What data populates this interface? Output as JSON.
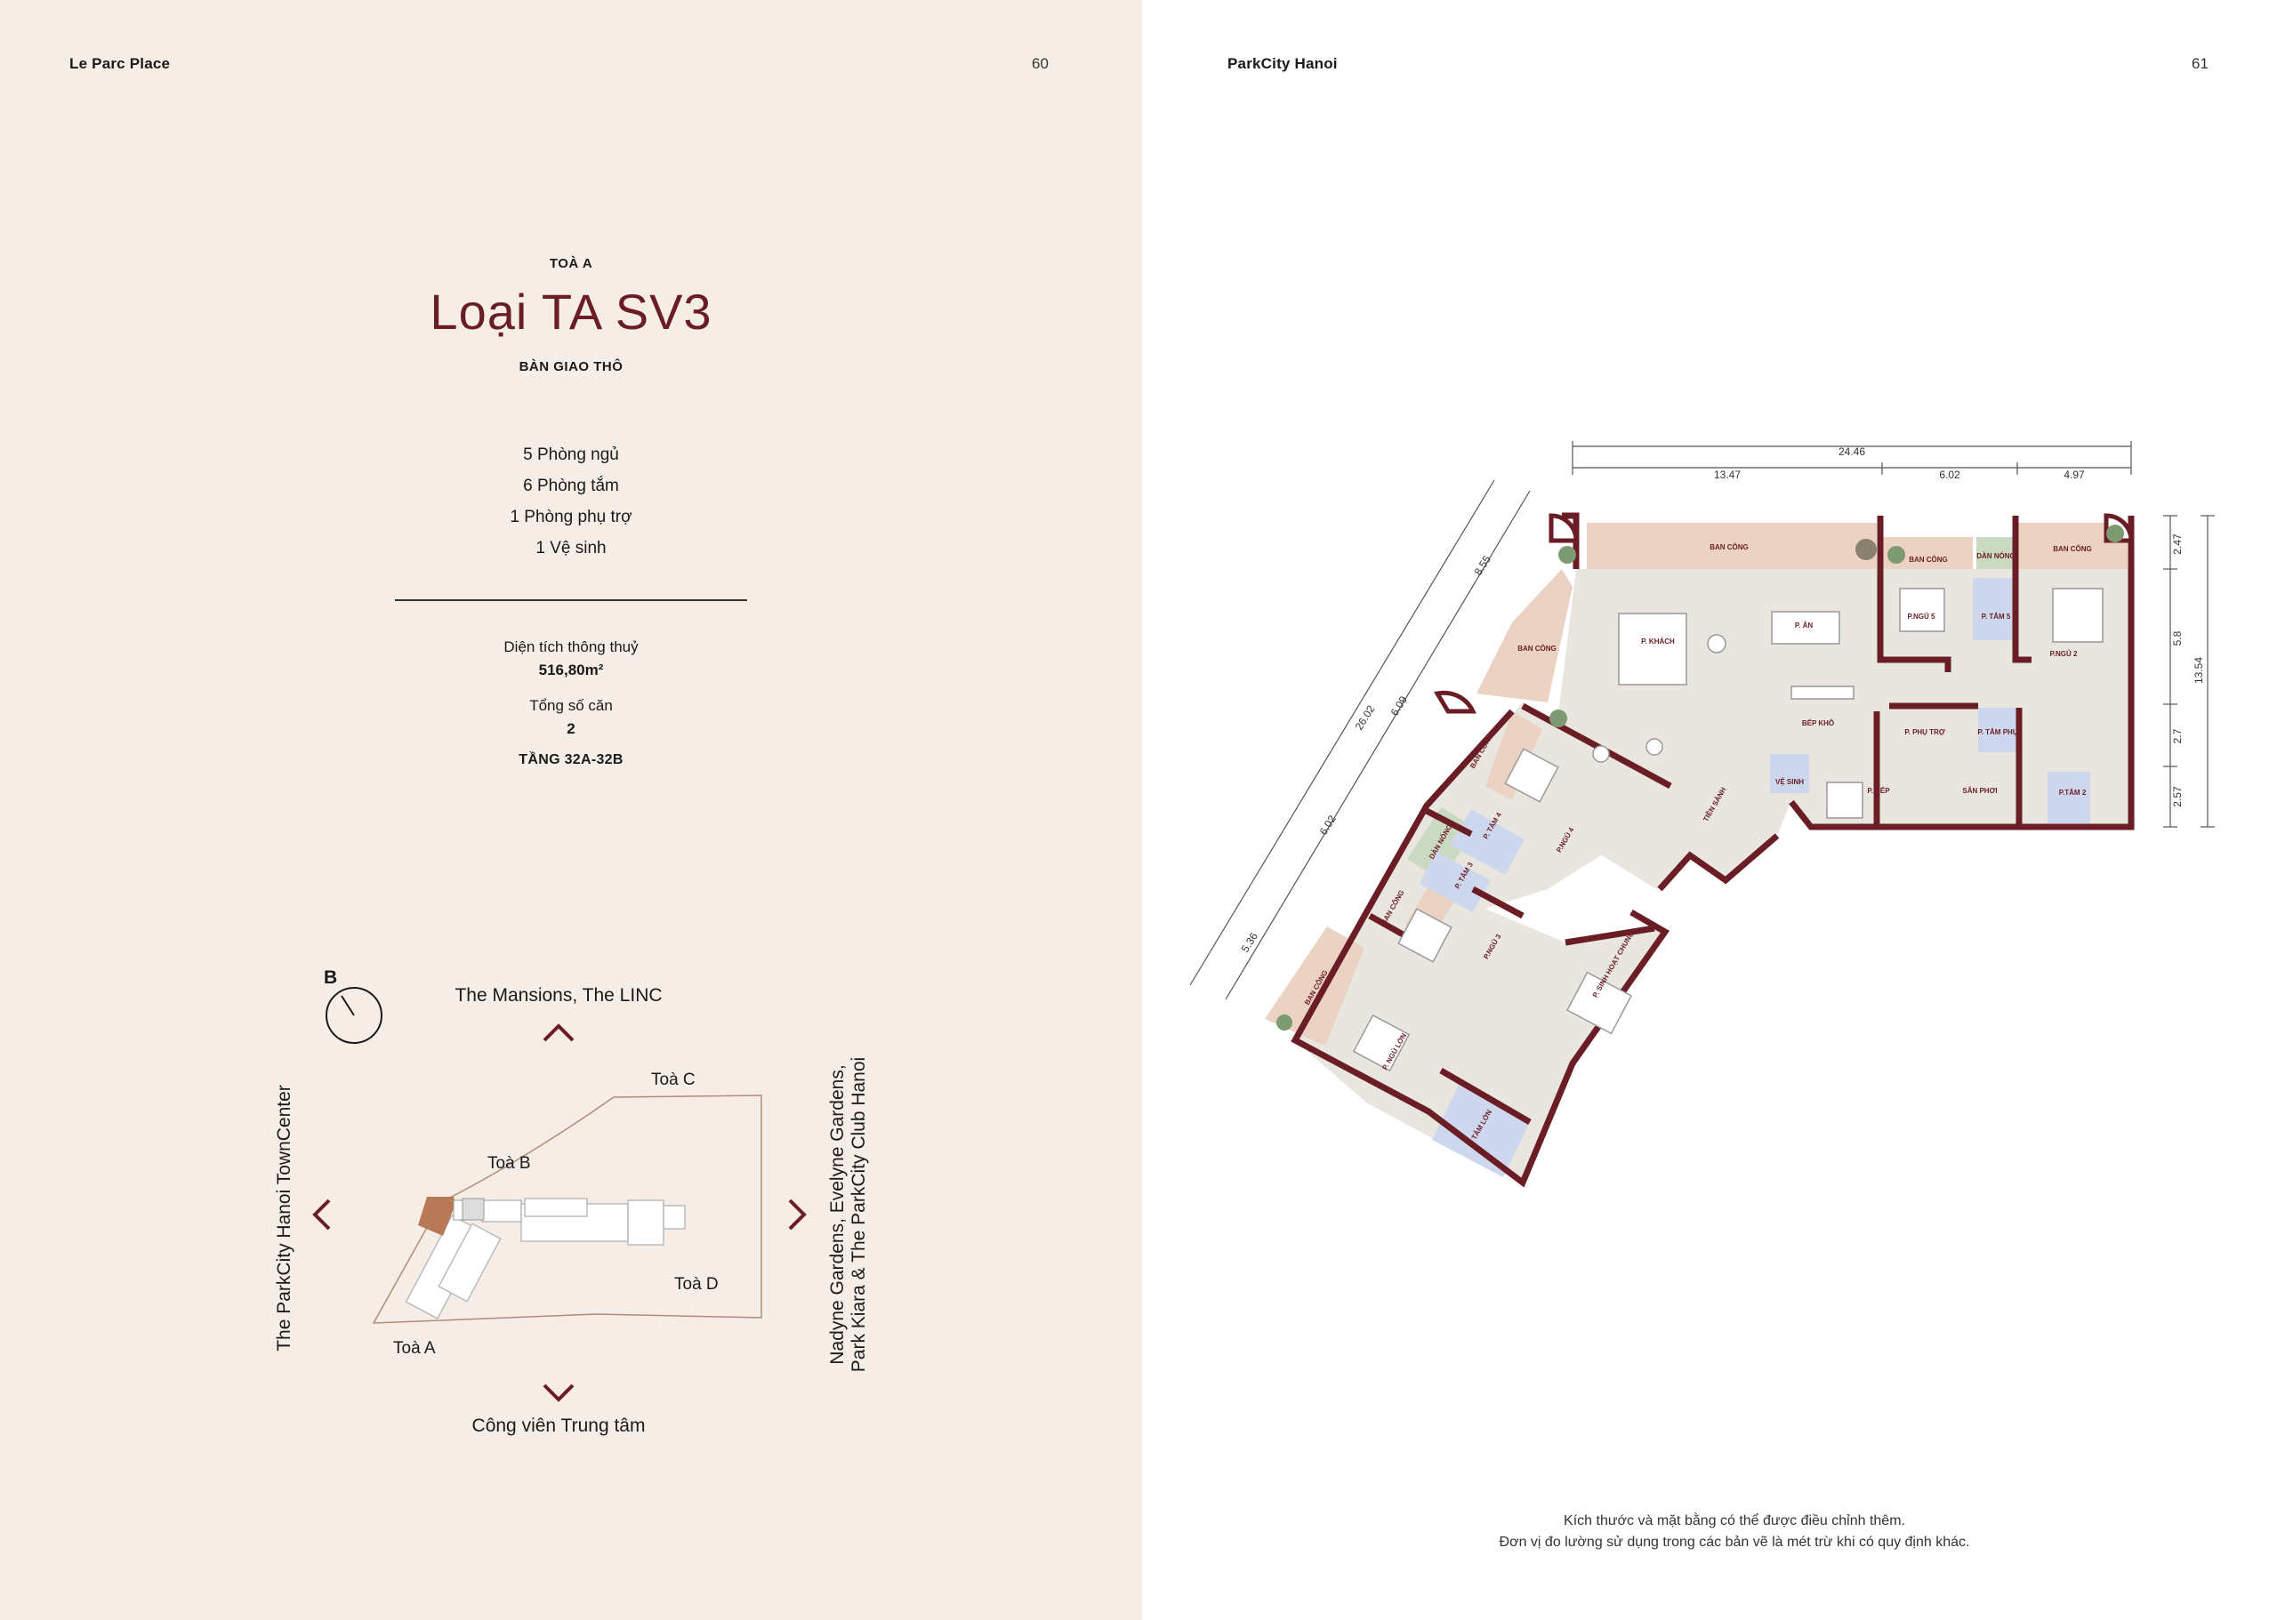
{
  "left_page": {
    "brand": "Le Parc Place",
    "page_number": "60",
    "building": "TOÀ A",
    "title": "Loại TA SV3",
    "subtitle": "BÀN GIAO THÔ",
    "rooms": [
      "5 Phòng ngủ",
      "6 Phòng tắm",
      "1 Phòng phụ trợ",
      "1 Vệ sinh"
    ],
    "area_label": "Diện tích thông thuỷ",
    "area_value": "516,80m²",
    "units_label": "Tổng số căn",
    "units_value": "2",
    "floors": "TẦNG 32A-32B"
  },
  "site_map": {
    "compass_label": "B",
    "north": "The Mansions, The LINC",
    "south": "Công viên Trung tâm",
    "west": "The ParkCity Hanoi TownCenter",
    "east_line1": "Nadyne Gardens, Evelyne Gardens,",
    "east_line2": "Park Kiara & The ParkCity Club Hanoi",
    "tower_a": "Toà A",
    "tower_b": "Toà B",
    "tower_c": "Toà C",
    "tower_d": "Toà D",
    "colors": {
      "highlight": "#b87a56",
      "arrow": "#6b1d25"
    }
  },
  "right_page": {
    "brand": "ParkCity Hanoi",
    "page_number": "61",
    "note_line1": "Kích thước và mặt bằng có thể được điều chỉnh thêm.",
    "note_line2": "Đơn vị đo lường sử dụng trong các bản vẽ là mét trừ khi có quy định khác."
  },
  "floor_plan": {
    "dim_top_total": "24.46",
    "dim_top_1": "13.47",
    "dim_top_2": "6.02",
    "dim_top_3": "4.97",
    "dim_right_1": "2.47",
    "dim_right_2": "5.8",
    "dim_right_3": "2.7",
    "dim_right_4": "2.57",
    "dim_right_total": "13.54",
    "dim_diag_1": "8.55",
    "dim_diag_2": "6.09",
    "dim_diag_3": "26.02",
    "dim_diag_4": "6.02",
    "dim_diag_5": "5.36",
    "rooms": {
      "ban_cong": "BAN CÔNG",
      "dan_nong": "DÀN NÓNG",
      "p_khach": "P. KHÁCH",
      "p_an": "P. ĂN",
      "p_ngu_5": "P.NGỦ 5",
      "p_tam_5": "P. TẮM 5",
      "p_ngu_2": "P.NGỦ 2",
      "p_tam_2": "P.TẮM 2",
      "bep_kho": "BẾP KHÔ",
      "p_phu_tro": "P. PHỤ TRỢ",
      "p_tam_phu": "P. TẮM PHỤ",
      "ve_sinh": "VỆ SINH",
      "p_bep": "P. BẾP",
      "san_phoi": "SÂN PHƠI",
      "tien_sanh": "TIỀN SẢNH",
      "p_ngu_4": "P.NGỦ 4",
      "p_tam_4": "P. TẮM 4",
      "p_tam_3": "P. TẮM 3",
      "p_ngu_3": "P.NGỦ 3",
      "p_ngu_lon": "P. NGỦ LỚN",
      "p_tam_lon": "P. TẮM LỚN",
      "p_sinh_hoat_chung": "P. SINH HOẠT CHUNG",
      "gian_nong": "DÀN NÓNG"
    },
    "colors": {
      "wall": "#6b1d25",
      "floor": "#e8e6df",
      "balcony": "#ebd2c2",
      "bath": "#cdd8ef",
      "plant": "#c9d9c2"
    }
  }
}
